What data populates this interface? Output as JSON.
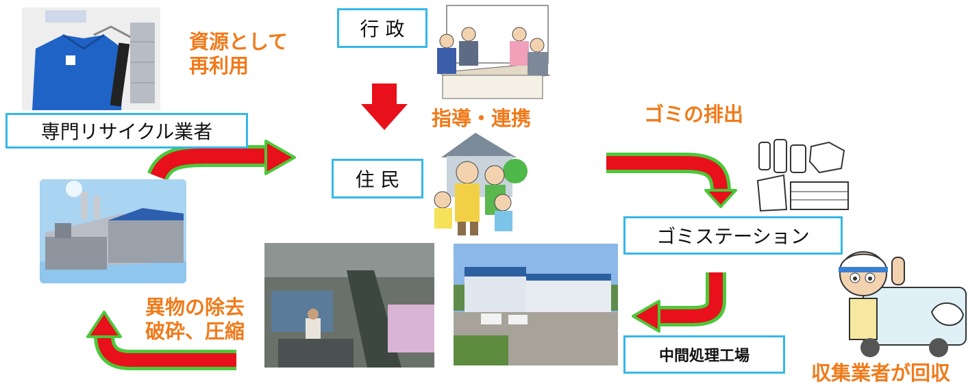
{
  "nodes": {
    "recycler": "専門リサイクル業者",
    "government": "行 政",
    "residents": "住 民",
    "garbage_station": "ゴミステーション",
    "processing_plant": "中間処理工場"
  },
  "labels": {
    "reuse_line1": "資源として",
    "reuse_line2": "再利用",
    "guidance": "指導・連携",
    "disposal": "ゴミの排出",
    "removal_line1": "異物の除去",
    "removal_line2": "破砕、圧縮",
    "collector": "収集業者が回収"
  },
  "colors": {
    "box_border": "#35b7e8",
    "label_orange": "#f07a1a",
    "arrow_red": "#e8101a",
    "arrow_green": "#4cc83a"
  }
}
